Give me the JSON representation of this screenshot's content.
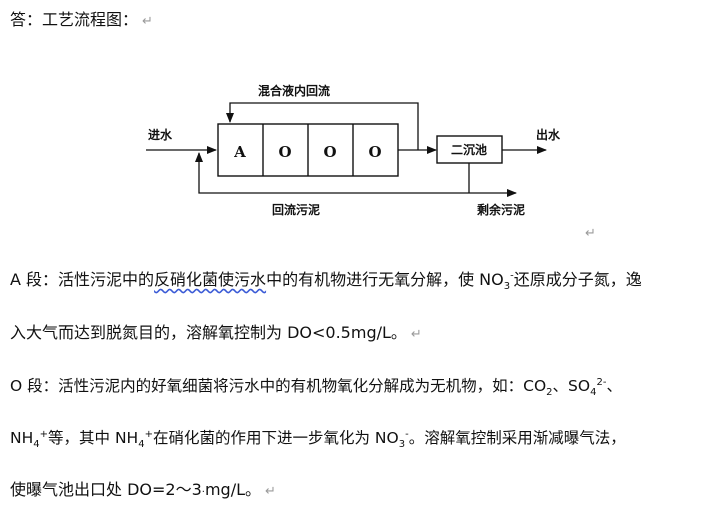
{
  "answer_label": "答：工艺流程图：",
  "return_mark": "↵",
  "diagram": {
    "recycle_label": "混合液内回流",
    "inlet_label": "进水",
    "outlet_label": "出水",
    "tanks": [
      "A",
      "O",
      "O",
      "O"
    ],
    "clarifier_label": "二沉池",
    "return_sludge_label": "回流污泥",
    "excess_sludge_label": "剩余污泥"
  },
  "section_a": {
    "prefix": "A 段：活性污泥中的",
    "underlined": "反硝化菌使污水",
    "middle": "中的有机物进行无氧分解，使 NO",
    "sub": "3",
    "sup": "-",
    "rest": "还原成分子氮，逸",
    "line2": "入大气而达到脱氮目的，溶解氧控制为 DO<0.5mg/L。"
  },
  "section_o": {
    "line1_text": "O 段：活性污泥内的好氧细菌将污水中的有机物氧化分解成为无机物，如：CO",
    "co2_sub": "2",
    "sep1": "、SO",
    "so4_sub": "4",
    "so4_sup": "2-",
    "sep2": "、",
    "nh4_a": "NH",
    "nh4_a_sub": "4",
    "nh4_a_sup": "+",
    "line2_mid": "等，其中 NH",
    "nh4_b_sub": "4",
    "nh4_b_sup": "+",
    "line2_rest": "在硝化菌的作用下进一步氧化为 NO",
    "no3_sub": "3",
    "no3_sup": "-",
    "line2_end": "。溶解氧控制采用渐减曝气法，",
    "line3": "使曝气池出口处 DO=2～3",
    "line3_dot": "·",
    "line3_end": "mg/L。"
  }
}
